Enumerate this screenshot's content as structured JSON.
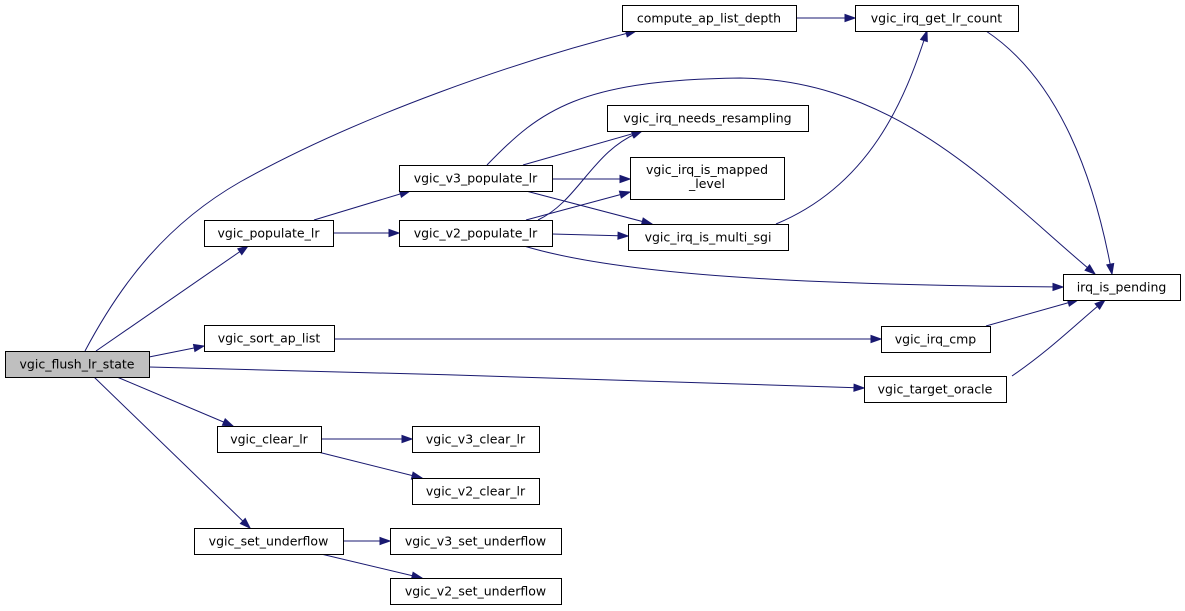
{
  "nodes": {
    "vgic_flush_lr_state": {
      "label": [
        "vgic_flush_lr_state"
      ],
      "root": true
    },
    "compute_ap_list_depth": {
      "label": [
        "compute_ap_list_depth"
      ]
    },
    "vgic_irq_get_lr_count": {
      "label": [
        "vgic_irq_get_lr_count"
      ]
    },
    "vgic_irq_needs_resampling": {
      "label": [
        "vgic_irq_needs_resampling"
      ]
    },
    "vgic_v3_populate_lr": {
      "label": [
        "vgic_v3_populate_lr"
      ]
    },
    "vgic_irq_is_mapped_level": {
      "label": [
        "vgic_irq_is_mapped",
        "_level"
      ]
    },
    "vgic_populate_lr": {
      "label": [
        "vgic_populate_lr"
      ]
    },
    "vgic_v2_populate_lr": {
      "label": [
        "vgic_v2_populate_lr"
      ]
    },
    "vgic_irq_is_multi_sgi": {
      "label": [
        "vgic_irq_is_multi_sgi"
      ]
    },
    "irq_is_pending": {
      "label": [
        "irq_is_pending"
      ]
    },
    "vgic_sort_ap_list": {
      "label": [
        "vgic_sort_ap_list"
      ]
    },
    "vgic_irq_cmp": {
      "label": [
        "vgic_irq_cmp"
      ]
    },
    "vgic_target_oracle": {
      "label": [
        "vgic_target_oracle"
      ]
    },
    "vgic_clear_lr": {
      "label": [
        "vgic_clear_lr"
      ]
    },
    "vgic_v3_clear_lr": {
      "label": [
        "vgic_v3_clear_lr"
      ]
    },
    "vgic_v2_clear_lr": {
      "label": [
        "vgic_v2_clear_lr"
      ]
    },
    "vgic_set_underflow": {
      "label": [
        "vgic_set_underflow"
      ]
    },
    "vgic_v3_set_underflow": {
      "label": [
        "vgic_v3_set_underflow"
      ]
    },
    "vgic_v2_set_underflow": {
      "label": [
        "vgic_v2_set_underflow"
      ]
    }
  },
  "edges": [
    [
      "vgic_flush_lr_state",
      "compute_ap_list_depth"
    ],
    [
      "vgic_flush_lr_state",
      "vgic_populate_lr"
    ],
    [
      "vgic_flush_lr_state",
      "vgic_sort_ap_list"
    ],
    [
      "vgic_flush_lr_state",
      "vgic_target_oracle"
    ],
    [
      "vgic_flush_lr_state",
      "vgic_clear_lr"
    ],
    [
      "vgic_flush_lr_state",
      "vgic_set_underflow"
    ],
    [
      "compute_ap_list_depth",
      "vgic_irq_get_lr_count"
    ],
    [
      "vgic_irq_get_lr_count",
      "irq_is_pending"
    ],
    [
      "vgic_populate_lr",
      "vgic_v3_populate_lr"
    ],
    [
      "vgic_populate_lr",
      "vgic_v2_populate_lr"
    ],
    [
      "vgic_v3_populate_lr",
      "irq_is_pending"
    ],
    [
      "vgic_v3_populate_lr",
      "vgic_irq_needs_resampling"
    ],
    [
      "vgic_v3_populate_lr",
      "vgic_irq_is_mapped_level"
    ],
    [
      "vgic_v3_populate_lr",
      "vgic_irq_is_multi_sgi"
    ],
    [
      "vgic_v2_populate_lr",
      "vgic_irq_needs_resampling"
    ],
    [
      "vgic_v2_populate_lr",
      "vgic_irq_is_mapped_level"
    ],
    [
      "vgic_v2_populate_lr",
      "vgic_irq_is_multi_sgi"
    ],
    [
      "vgic_v2_populate_lr",
      "irq_is_pending"
    ],
    [
      "vgic_irq_is_multi_sgi",
      "vgic_irq_get_lr_count"
    ],
    [
      "vgic_sort_ap_list",
      "vgic_irq_cmp"
    ],
    [
      "vgic_irq_cmp",
      "irq_is_pending"
    ],
    [
      "vgic_target_oracle",
      "irq_is_pending"
    ],
    [
      "vgic_clear_lr",
      "vgic_v3_clear_lr"
    ],
    [
      "vgic_clear_lr",
      "vgic_v2_clear_lr"
    ],
    [
      "vgic_set_underflow",
      "vgic_v3_set_underflow"
    ],
    [
      "vgic_set_underflow",
      "vgic_v2_set_underflow"
    ]
  ],
  "colors": {
    "edge": "#191970",
    "root_fill": "#bfbfbf",
    "node_fill": "#ffffff",
    "node_stroke": "#000000"
  }
}
